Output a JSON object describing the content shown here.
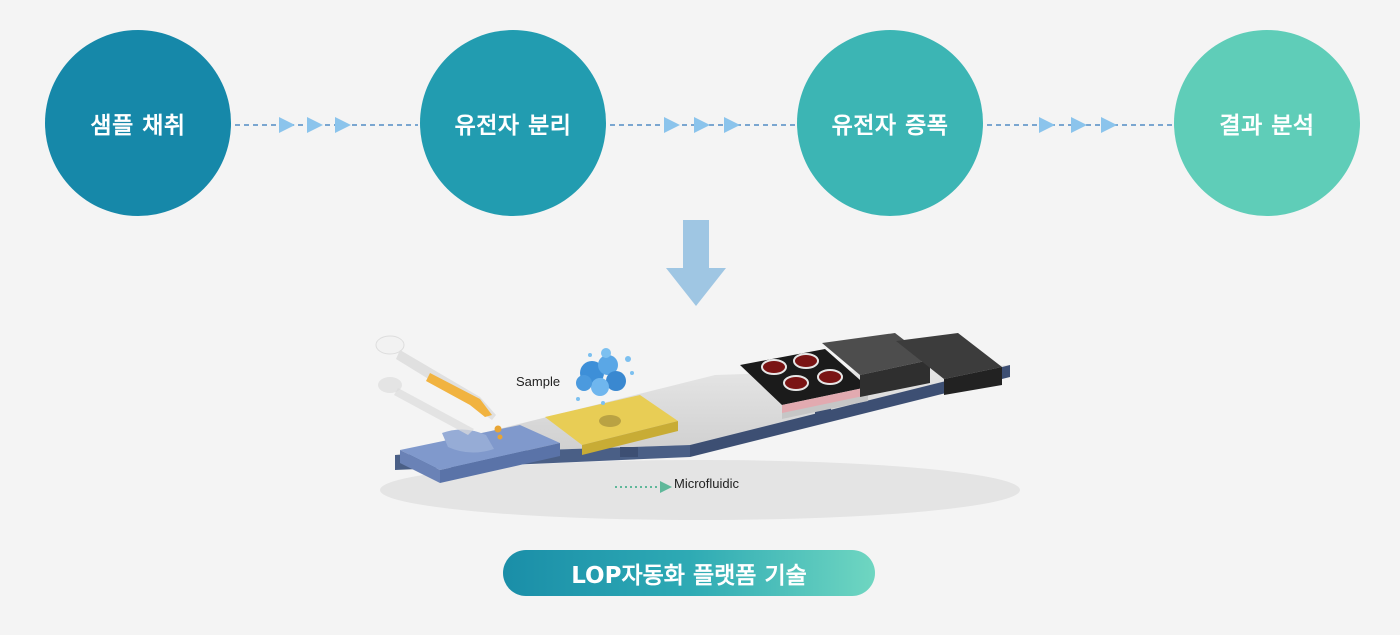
{
  "process_steps": [
    {
      "label": "샘플 채취",
      "color": "#1688a9"
    },
    {
      "label": "유전자 분리",
      "color": "#229cb0"
    },
    {
      "label": "유전자 증폭",
      "color": "#3cb5b4"
    },
    {
      "label": "결과 분석",
      "color": "#5fcdb8"
    }
  ],
  "diagram": {
    "sample_label": "Sample",
    "microfluidic_label": "Microfluidic"
  },
  "platform_label": "LOP자동화 플랫폼 기술",
  "colors": {
    "connector_arrow": "#8bc4ec",
    "connector_line": "#7aa6d0",
    "down_arrow": "#9fc6e3",
    "pill_start": "#1a8ea8",
    "pill_end": "#6fd6c1"
  },
  "icons": [
    "dashed-triple-arrow-connector",
    "down-arrow-icon",
    "pipette-icon",
    "sample-particles-icon"
  ]
}
